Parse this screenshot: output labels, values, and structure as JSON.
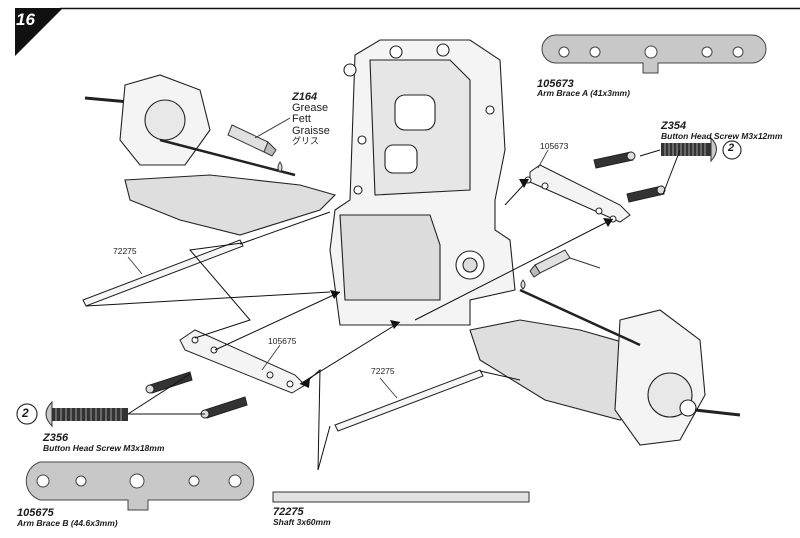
{
  "step": {
    "number": "16"
  },
  "parts": {
    "arm_brace_a": {
      "code": "105673",
      "name": "Arm Brace A (41x3mm)"
    },
    "arm_brace_b": {
      "code": "105675",
      "name": "Arm Brace B (44.6x3mm)"
    },
    "shaft": {
      "code": "72275",
      "name": "Shaft 3x60mm"
    },
    "screw_m3x12": {
      "code": "Z354",
      "name": "Button Head Screw M3x12mm",
      "qty": "2"
    },
    "screw_m3x18": {
      "code": "Z356",
      "name": "Button Head Screw M3x18mm",
      "qty": "2"
    },
    "grease": {
      "code": "Z164",
      "lines": [
        "Grease",
        "Fett",
        "Graisse",
        "グリス"
      ]
    }
  },
  "callouts": {
    "shaft_left": "72275",
    "shaft_right": "72275",
    "brace_a": "105673",
    "brace_b": "105675"
  },
  "qty_unit": "mm",
  "colors": {
    "part_fill": "#c8c8c8",
    "line": "#1a1a1a",
    "badge_bg": "#111111"
  }
}
